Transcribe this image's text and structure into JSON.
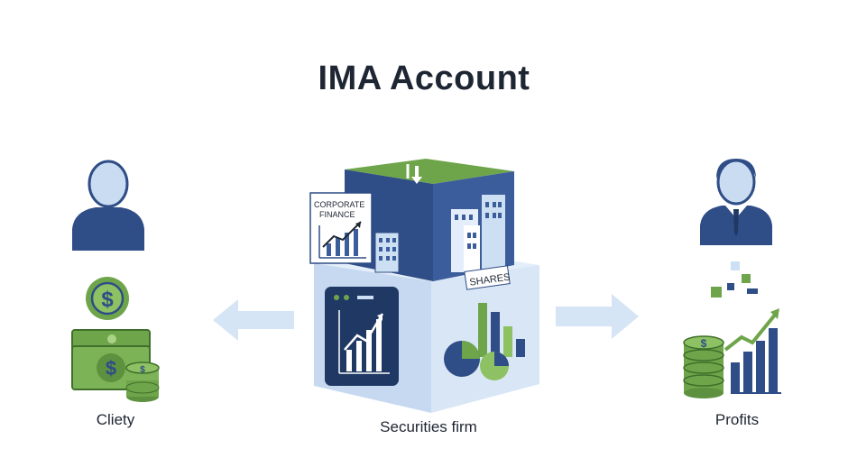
{
  "title": "IMA Account",
  "left": {
    "label": "Cliety"
  },
  "center": {
    "label": "Securities firm",
    "corporate_finance_line1": "CORPORATE",
    "corporate_finance_line2": "FINANCE",
    "shares_label": "SHARES"
  },
  "right": {
    "label": "Profits"
  },
  "icons": {
    "dollar": "$"
  },
  "colors": {
    "navy": "#2f4d86",
    "green": "#6fa54a",
    "light_blue": "#cddff3",
    "arrow": "#d5e5f5"
  }
}
